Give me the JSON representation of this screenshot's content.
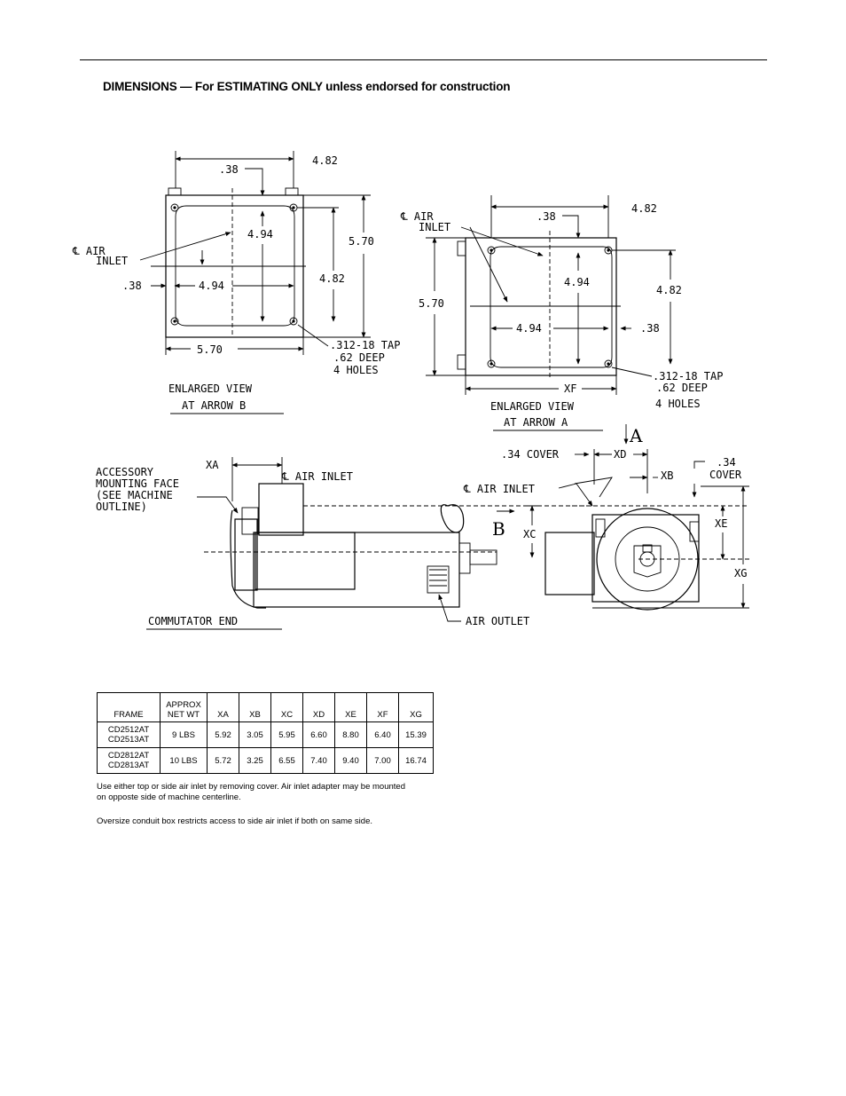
{
  "header": {
    "title": "DIMENSIONS — For ESTIMATING ONLY unless endorsed for construction"
  },
  "view_b": {
    "dim_top_small": ".38",
    "dim_top_overall": "4.82",
    "dim_center_vertical": "4.94",
    "dim_right_outer": "5.70",
    "dim_right_inner": "4.82",
    "dim_left_small": ".38",
    "dim_center_horizontal": "4.94",
    "dim_bottom": "5.70",
    "air_inlet_label_1": "℄ AIR",
    "air_inlet_label_2": "INLET",
    "tap_label_1": ".312-18 TAP",
    "tap_label_2": ".62  DEEP",
    "tap_label_3": "4 HOLES",
    "caption_1": "ENLARGED VIEW",
    "caption_2": "AT ARROW B"
  },
  "view_a": {
    "air_inlet_label_1": "℄ AIR",
    "air_inlet_label_2": "INLET",
    "dim_top_small": ".38",
    "dim_top_overall": "4.82",
    "dim_left_outer": "5.70",
    "dim_center_vertical": "4.94",
    "dim_right_inner": "4.82",
    "dim_center_horizontal": "4.94",
    "dim_right_small": ".38",
    "dim_bottom": "XF",
    "tap_label_1": ".312-18 TAP",
    "tap_label_2": ".62  DEEP",
    "tap_label_3": "4 HOLES",
    "caption_1": "ENLARGED VIEW",
    "caption_2": "AT ARROW A"
  },
  "side_view": {
    "accessory_1": "ACCESSORY",
    "accessory_2": "MOUNTING FACE",
    "accessory_3": "(SEE MACHINE",
    "accessory_4": "OUTLINE)",
    "dim_xa": "XA",
    "air_inlet": "℄ AIR INLET",
    "arrow_b": "B",
    "dim_xc": "XC",
    "commutator_end": "COMMUTATOR END",
    "air_outlet": "AIR OUTLET"
  },
  "end_view": {
    "arrow_a": "A",
    "cover_left": ".34 COVER",
    "dim_xd": "XD",
    "dim_xb": "XB",
    "cover_right_1": ".34",
    "cover_right_2": "COVER",
    "air_inlet": "℄ AIR INLET",
    "dim_xe": "XE",
    "dim_xg": "XG"
  },
  "table": {
    "headers": [
      "FRAME",
      "APPROX NET WT",
      "XA",
      "XB",
      "XC",
      "XD",
      "XE",
      "XF",
      "XG"
    ],
    "rows": [
      {
        "frame_1": "CD2512AT",
        "frame_2": "CD2513AT",
        "wt": "9 LBS",
        "xa": "5.92",
        "xb": "3.05",
        "xc": "5.95",
        "xd": "6.60",
        "xe": "8.80",
        "xf": "6.40",
        "xg": "15.39"
      },
      {
        "frame_1": "CD2812AT",
        "frame_2": "CD2813AT",
        "wt": "10 LBS",
        "xa": "5.72",
        "xb": "3.25",
        "xc": "6.55",
        "xd": "7.40",
        "xe": "9.40",
        "xf": "7.00",
        "xg": "16.74"
      }
    ]
  },
  "notes": {
    "note_1": "Use either top or side air inlet by removing cover. Air inlet adapter may be mounted on opposte side of machine centerline.",
    "note_2": "Oversize conduit box restricts access to side air inlet if both on same side."
  }
}
